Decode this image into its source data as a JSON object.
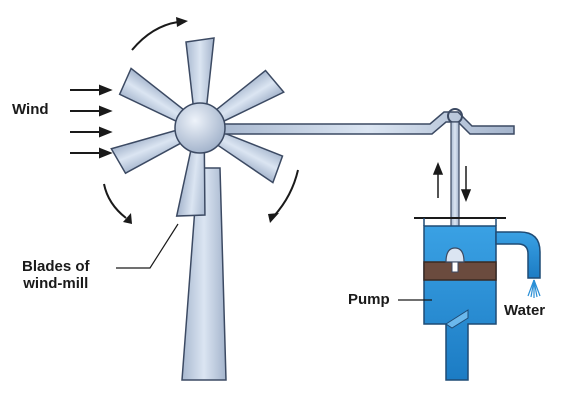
{
  "labels": {
    "wind": "Wind",
    "blades_line1": "Blades of",
    "blades_line2": "wind-mill",
    "pump": "Pump",
    "water": "Water"
  },
  "colors": {
    "metal_fill": "#c5d3e6",
    "metal_stroke": "#3c4a63",
    "water": "#2a8fd6",
    "piston": "#6b4b3e",
    "ink": "#1a1a1a"
  }
}
